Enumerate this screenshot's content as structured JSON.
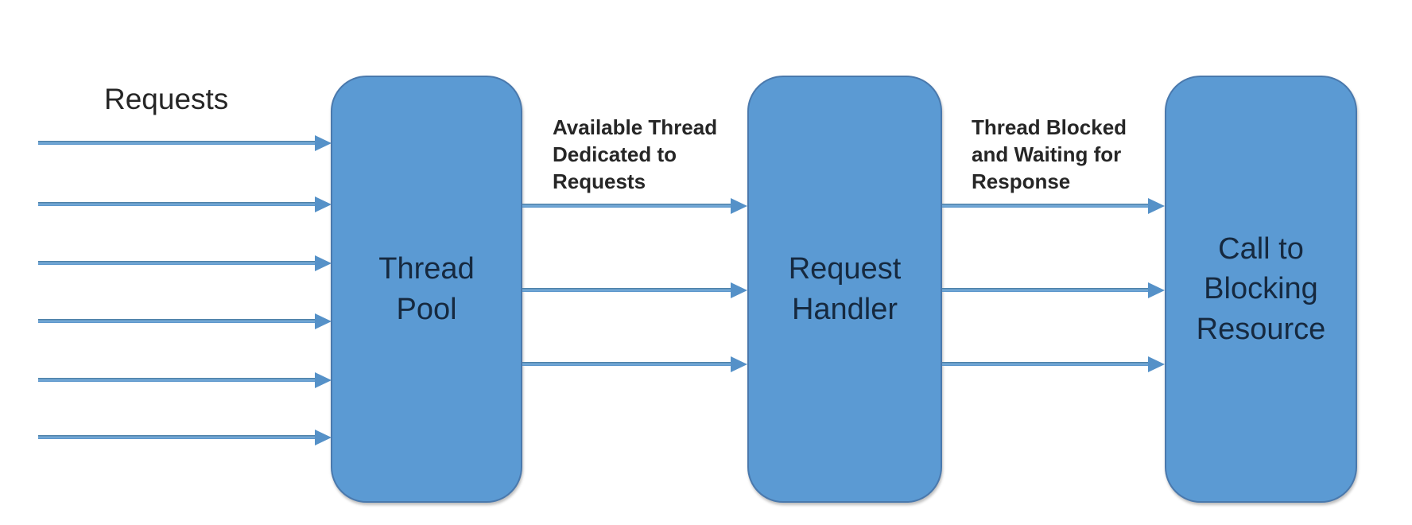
{
  "diagram": {
    "title_implied": "Thread-per-request blocking architecture",
    "requests_label": "Requests",
    "nodes": [
      {
        "id": "thread-pool",
        "label": "Thread\nPool"
      },
      {
        "id": "request-handler",
        "label": "Request\nHandler"
      },
      {
        "id": "blocking-resource",
        "label": "Call to\nBlocking\nResource"
      }
    ],
    "edge_labels": [
      {
        "id": "available-thread",
        "text": "Available Thread\nDedicated to\nRequests"
      },
      {
        "id": "thread-blocked",
        "text": "Thread Blocked\nand Waiting for\nResponse"
      }
    ],
    "arrow_groups": [
      {
        "id": "incoming-requests",
        "from": "external",
        "to": "thread-pool",
        "count": 6
      },
      {
        "id": "pool-to-handler",
        "from": "thread-pool",
        "to": "request-handler",
        "count": 3
      },
      {
        "id": "handler-to-resource",
        "from": "request-handler",
        "to": "blocking-resource",
        "count": 3
      }
    ],
    "colors": {
      "node_fill": "#5b9ad3",
      "node_border": "#4a79ad",
      "node_text": "#16293f",
      "arrow": "#5591c8",
      "label_text": "#262626",
      "canvas_bg": "#ffffff"
    }
  }
}
